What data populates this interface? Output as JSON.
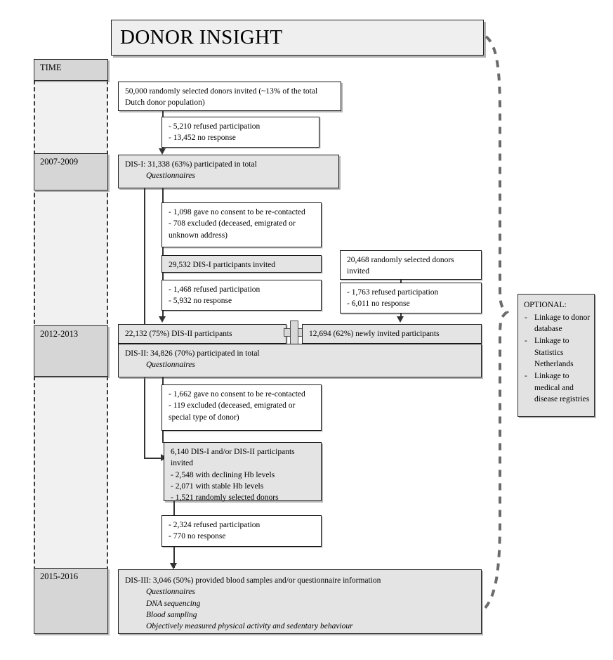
{
  "title": "DONOR INSIGHT",
  "time_lane": {
    "header": "TIME",
    "periods": [
      {
        "label": "2007-2009"
      },
      {
        "label": "2012-2013"
      },
      {
        "label": "2015-2016"
      }
    ]
  },
  "flow": {
    "invited_2007": "50,000 randomly selected donors invited (~13% of the total Dutch donor population)",
    "excl_2007": {
      "line1": "- 5,210  refused participation",
      "line2": "- 13,452  no response"
    },
    "dis1": {
      "line1": "DIS-I: 31,338 (63%) participated in total",
      "line2": "Questionnaires"
    },
    "excl_dis1_recontact": {
      "line1": "- 1,098  gave no consent to be re-contacted",
      "line2": "- 708  excluded (deceased, emigrated or unknown address)"
    },
    "dis1_invited": "29,532  DIS-I participants invited",
    "excl_dis1_invited": {
      "line1": "- 1,468  refused participation",
      "line2": "- 5,932  no response"
    },
    "new_invited_2012": "20,468 randomly selected donors invited",
    "excl_new_2012": {
      "line1": "- 1,763  refused participation",
      "line2": "- 6,011  no response"
    },
    "dis2_returning": "22,132 (75%) DIS-II participants",
    "dis2_new": "12,694 (62%) newly invited participants",
    "dis2_total": {
      "line1": "DIS-II: 34,826 (70%) participated in total",
      "line2": "Questionnaires"
    },
    "excl_dis2_recontact": {
      "line1": "- 1,662  gave no consent to be re-contacted",
      "line2": "- 119  excluded (deceased, emigrated or special type of donor)"
    },
    "dis3_invited": {
      "line1": "6,140  DIS-I and/or DIS-II participants invited",
      "line2": "- 2,548  with declining Hb levels",
      "line3": "- 2,071  with stable Hb levels",
      "line4": "- 1,521  randomly selected donors"
    },
    "excl_dis3": {
      "line1": "- 2,324  refused participation",
      "line2": "- 770  no response"
    },
    "dis3": {
      "line1": "DIS-III: 3,046 (50%) provided blood samples and/or questionnaire information",
      "line2": "Questionnaires",
      "line3": "DNA sequencing",
      "line4": "Blood sampling",
      "line5": "Objectively measured physical activity and sedentary behaviour"
    }
  },
  "optional": {
    "title": "OPTIONAL:",
    "items": [
      "Linkage to donor database",
      "Linkage to Statistics Netherlands",
      "Linkage to medical and disease registries"
    ]
  },
  "colors": {
    "shaded_box": "#e4e4e4",
    "time_box": "#d6d6d6",
    "lane_background": "#f1f1f1",
    "border": "#1a1a1a",
    "connector": "#333333"
  }
}
